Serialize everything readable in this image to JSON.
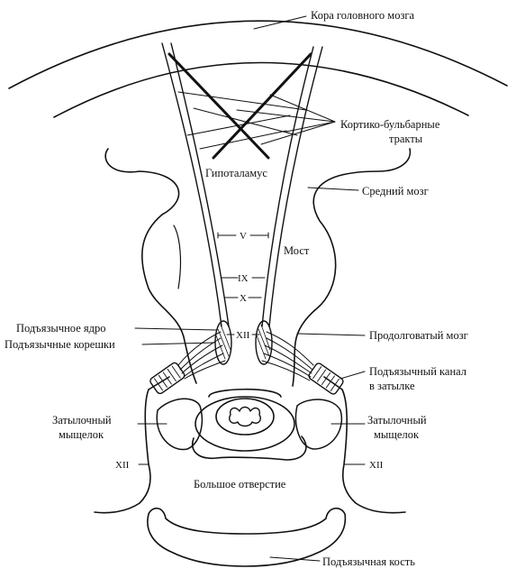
{
  "labels": {
    "cortex": "Кора головного мозга",
    "corticobulbar_1": "Кортико-бульбарные",
    "corticobulbar_2": "тракты",
    "hypothalamus": "Гипоталамус",
    "midbrain": "Средний мозг",
    "pons": "Мост",
    "hypoglossal_nucleus": "Подъязычное ядро",
    "hypoglossal_rootlets": "Подъязычные корешки",
    "medulla": "Продолговатый мозг",
    "hypoglossal_canal_1": "Подъязычный канал",
    "hypoglossal_canal_2": "в затылке",
    "condyle_left_1": "Затылочный",
    "condyle_left_2": "мыщелок",
    "condyle_right_1": "Затылочный",
    "condyle_right_2": "мыщелок",
    "foramen_magnum": "Большое отверстие",
    "hyoid": "Подъязычная кость",
    "nerve_left": "XII",
    "nerve_right": "XII",
    "nucleus_v": "V",
    "nucleus_ix": "IX",
    "nucleus_x": "X",
    "nucleus_xii": "XII"
  }
}
